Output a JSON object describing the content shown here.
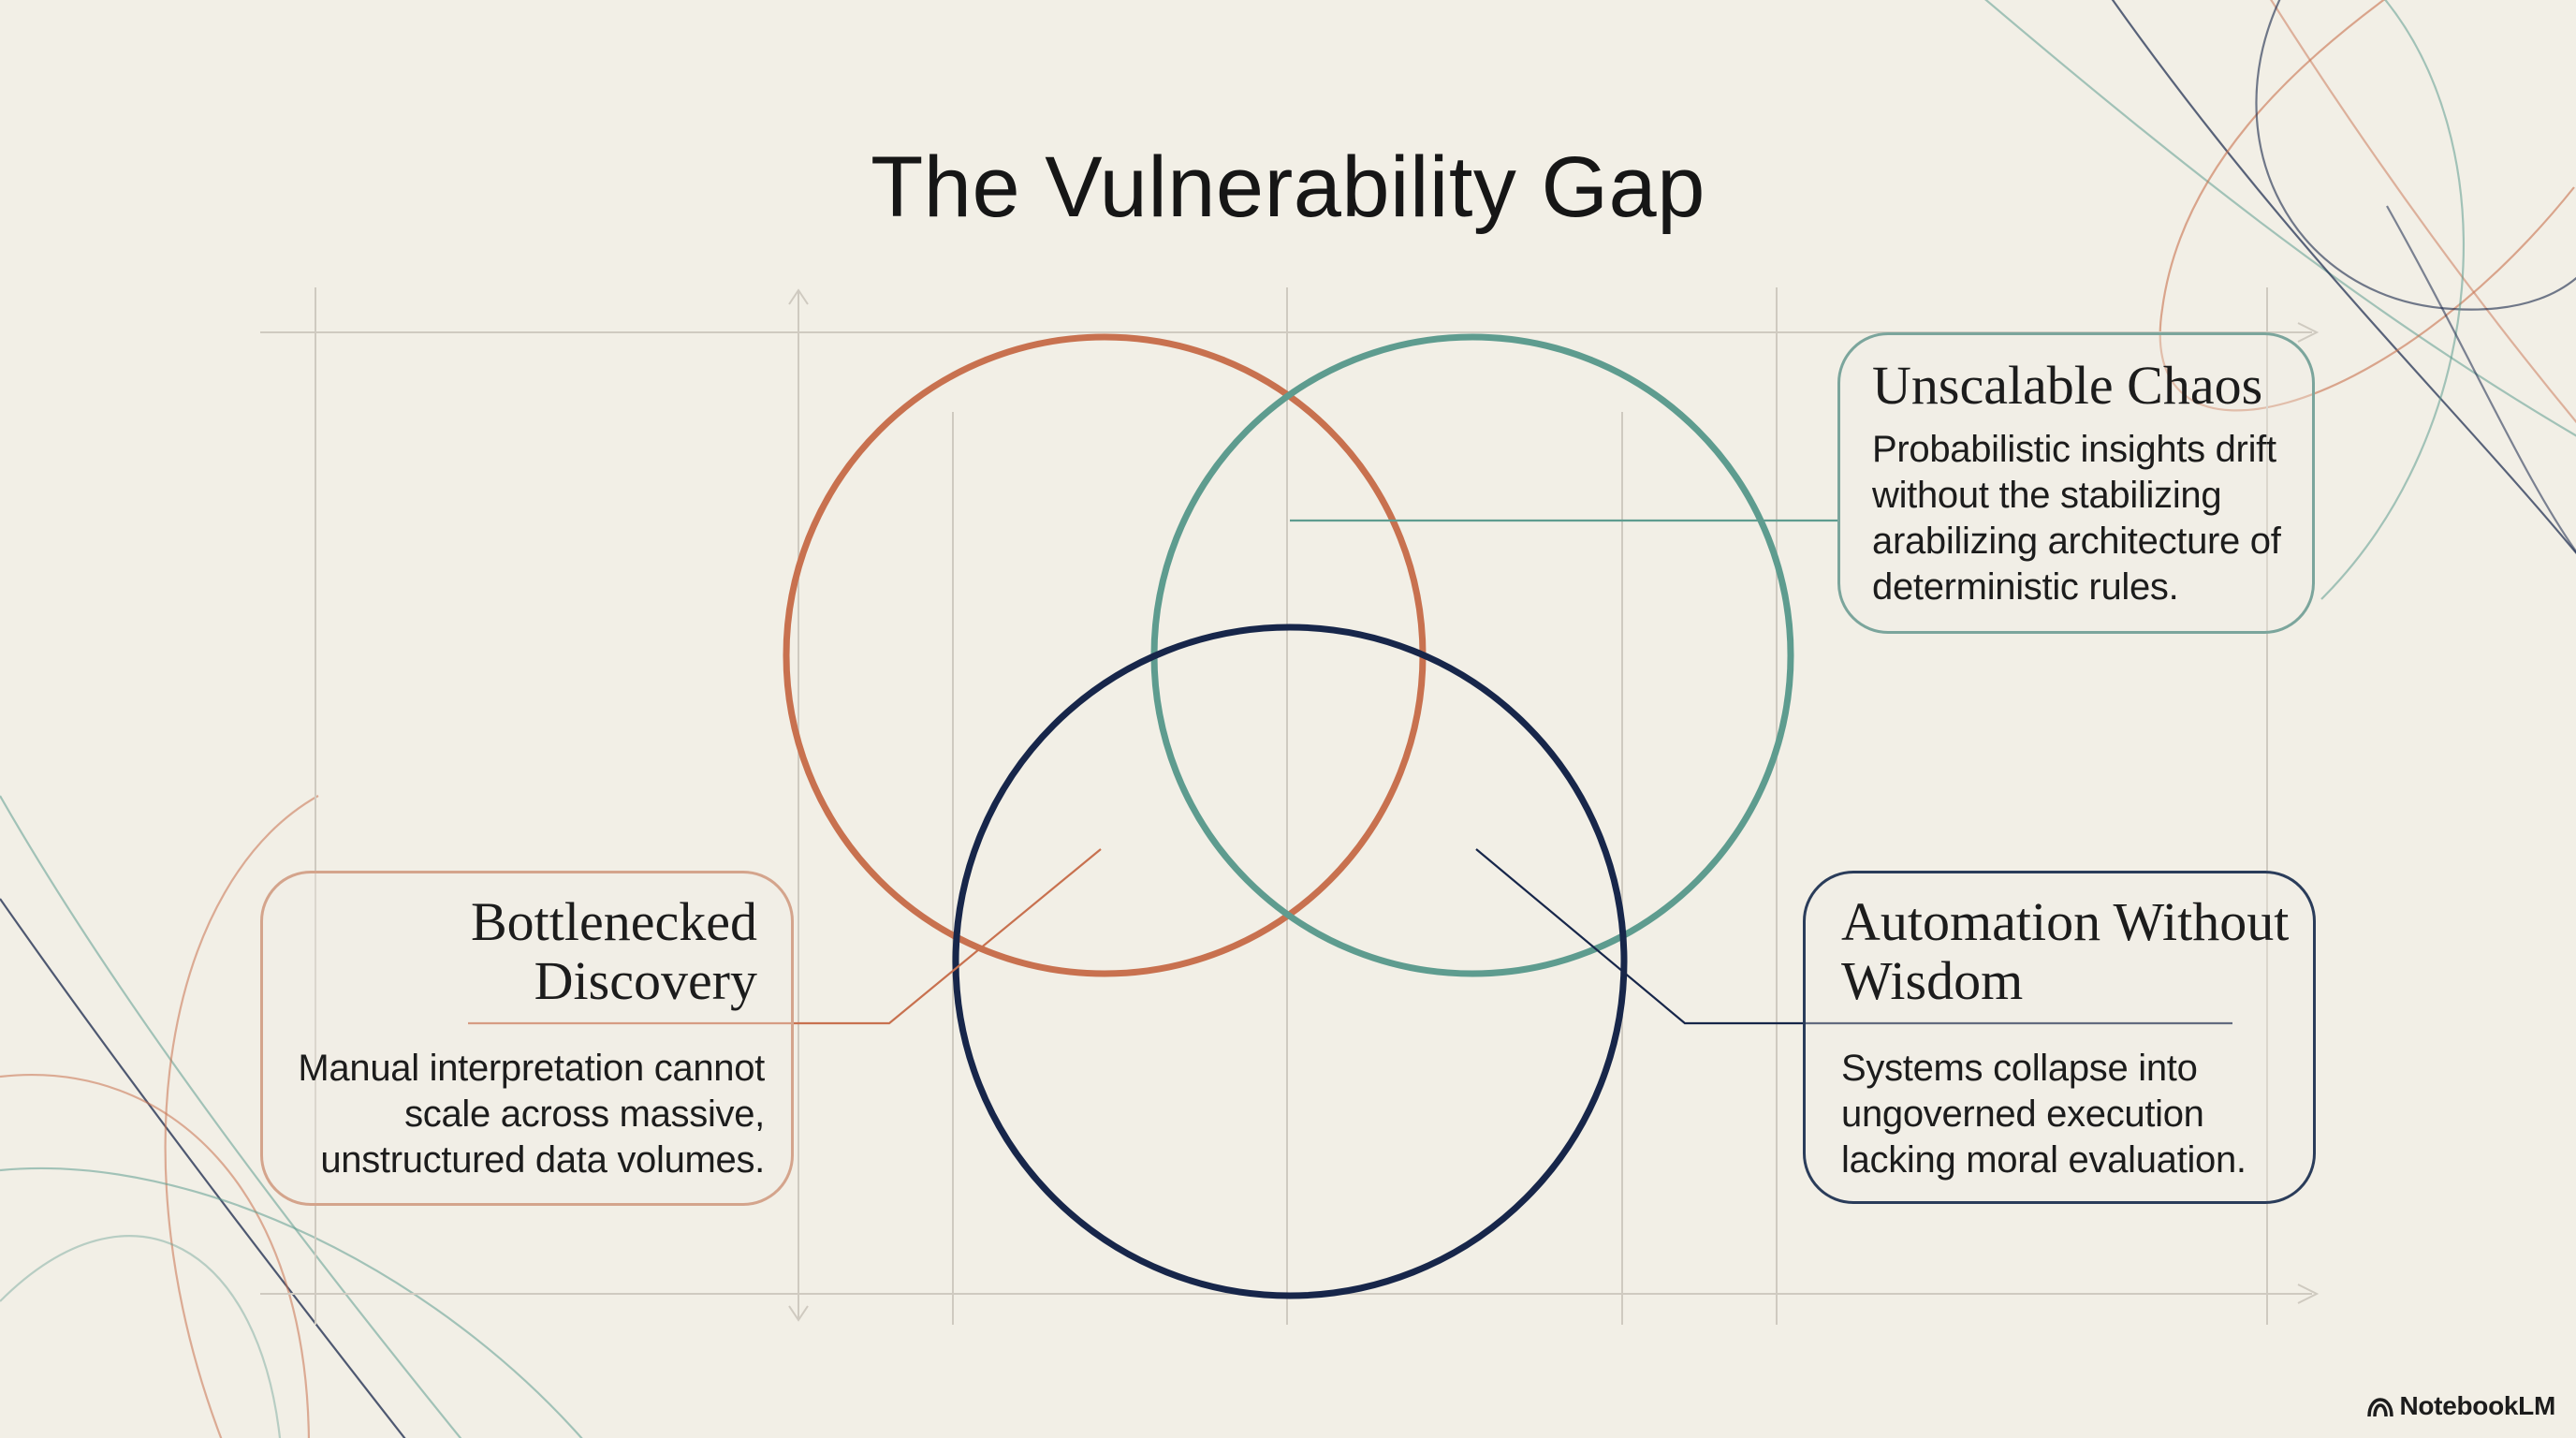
{
  "title": "The Vulnerability Gap",
  "colors": {
    "background": "#f2efe6",
    "orange": "#c8714f",
    "teal": "#5e9c8f",
    "navy": "#17264a",
    "grid": "#cfcac0"
  },
  "circles": [
    {
      "id": "orange-circle",
      "color": "#c8714f"
    },
    {
      "id": "teal-circle",
      "color": "#5e9c8f"
    },
    {
      "id": "navy-circle",
      "color": "#17264a"
    }
  ],
  "callouts": {
    "chaos": {
      "heading": "Unscalable Chaos",
      "body": "Probabilistic insights drift without the stabilizing arabilizing architecture of deterministic rules."
    },
    "bottleneck": {
      "heading": "Bottlenecked Discovery",
      "body": "Manual interpretation cannot scale across massive, unstructured data volumes."
    },
    "automation": {
      "heading": "Automation Without Wisdom",
      "body": "Systems collapse into ungoverned execution lacking moral evaluation."
    }
  },
  "brand": {
    "label": "NotebookLM",
    "icon": "notebooklm-logo-icon"
  }
}
